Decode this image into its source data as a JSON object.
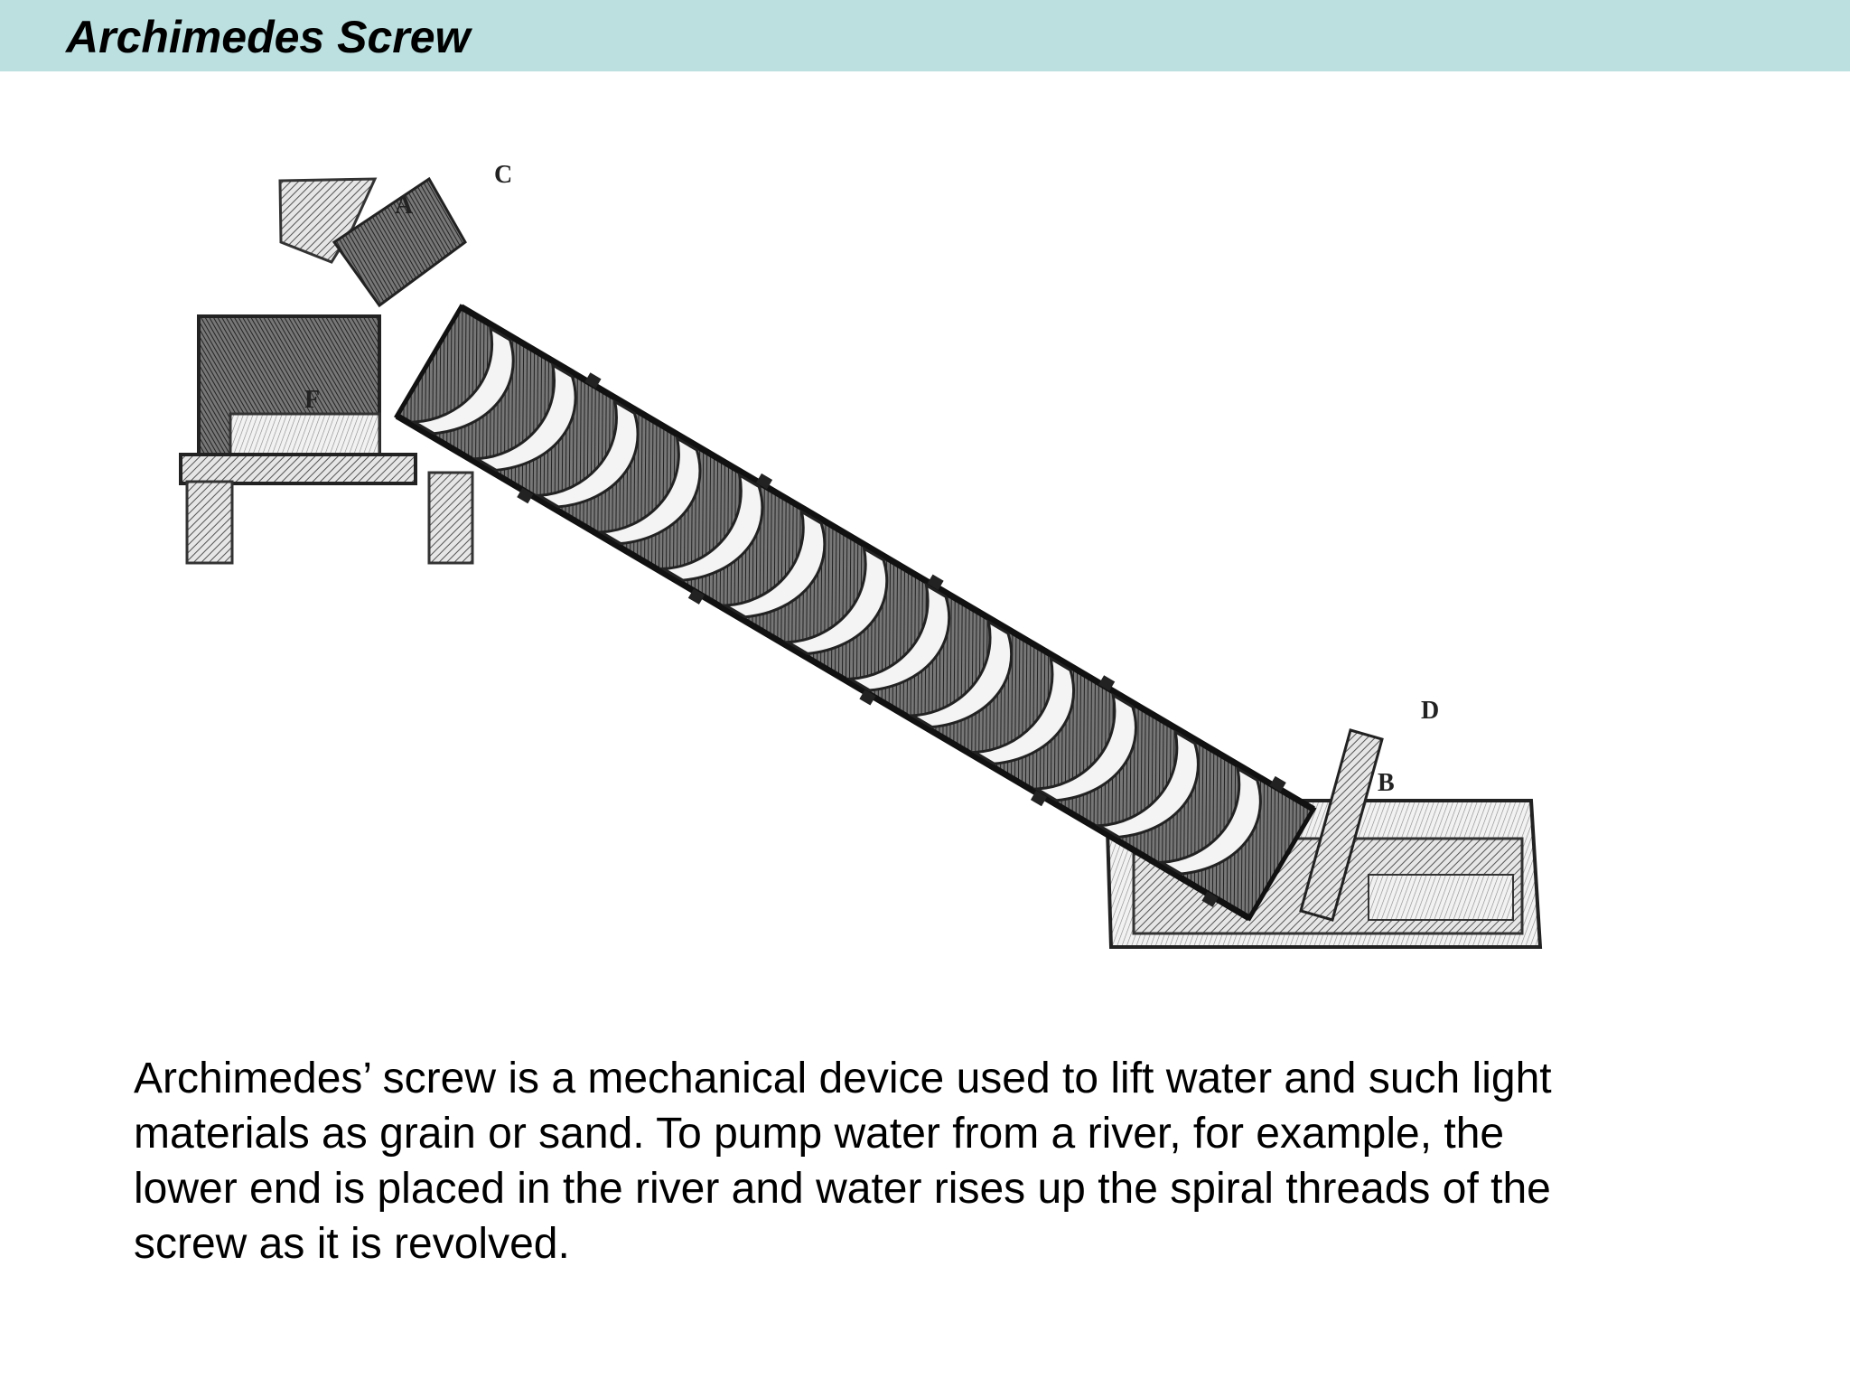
{
  "slide": {
    "title": "Archimedes Screw",
    "description_lines": [
      "Archimedes’ screw is a mechanical device used to lift water and such light",
      "materials as grain or sand. To pump water from a river, for example,  the",
      "lower end is placed in the river and water rises up the spiral threads of the",
      "screw as it is revolved."
    ]
  },
  "illustration": {
    "icon": "archimedes-screw-engraving",
    "labels": [
      "C",
      "A",
      "F",
      "D",
      "B"
    ]
  },
  "colors": {
    "title_bar": "#bcdfe0",
    "text": "#000000",
    "background": "#ffffff"
  }
}
